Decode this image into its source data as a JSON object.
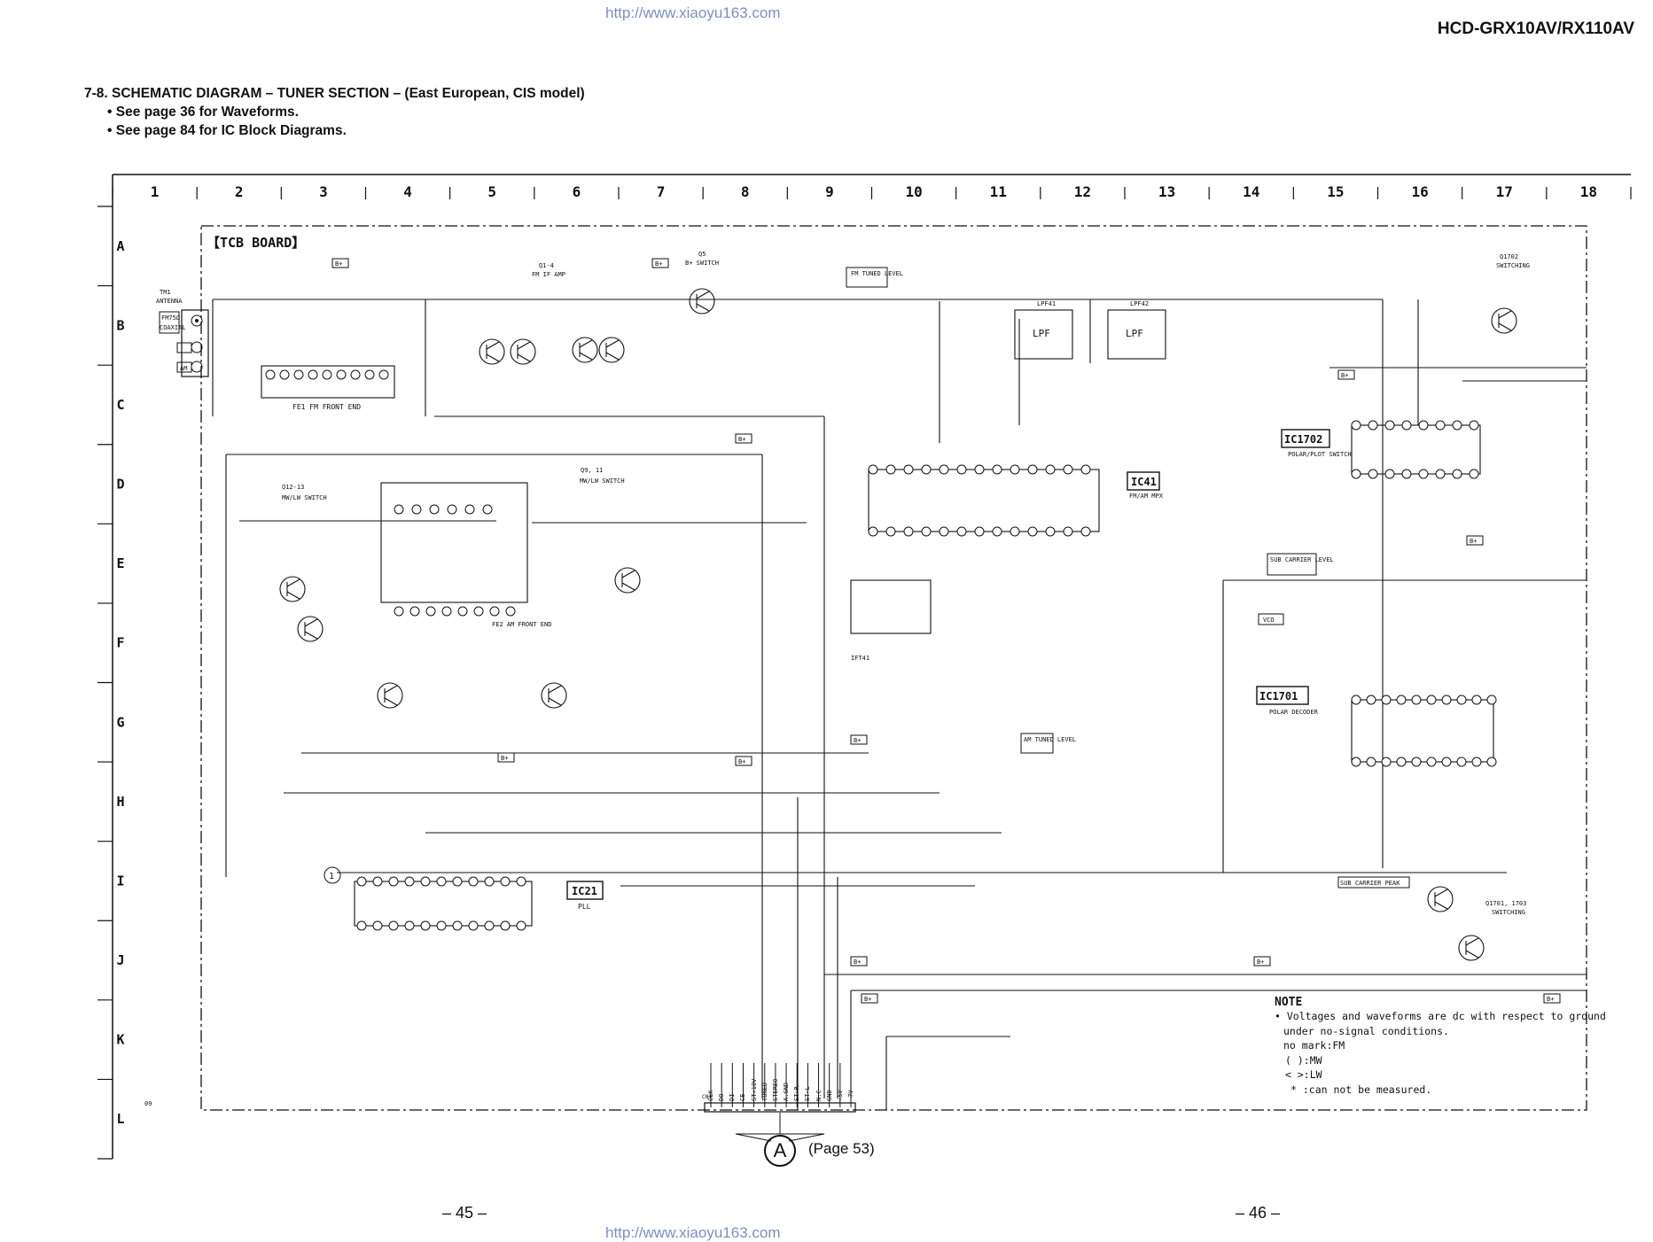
{
  "header": {
    "url_top": "http://www.xiaoyu163.com",
    "url_bottom": "http://www.xiaoyu163.com",
    "model": "HCD-GRX10AV/RX110AV",
    "page_left": "– 45 –",
    "page_right": "– 46 –"
  },
  "title": {
    "line1": "7-8. SCHEMATIC DIAGRAM – TUNER SECTION – (East European, CIS model)",
    "line2": "• See page 36 for Waveforms.",
    "line3": "• See page 84 for IC Block Diagrams."
  },
  "grid": {
    "columns": [
      "1",
      "2",
      "3",
      "4",
      "5",
      "6",
      "7",
      "8",
      "9",
      "10",
      "11",
      "12",
      "13",
      "14",
      "15",
      "16",
      "17",
      "18"
    ],
    "rows": [
      "A",
      "B",
      "C",
      "D",
      "E",
      "F",
      "G",
      "H",
      "I",
      "J",
      "K",
      "L"
    ]
  },
  "board": {
    "label": "【TCB BOARD】",
    "corner_code": "09"
  },
  "antenna": {
    "tm1": "TM1",
    "antenna": "ANTENNA",
    "fm": "FM75Ω",
    "coaxial": "COAXIAL",
    "am": "AM"
  },
  "blocks": {
    "fe1": "FE1 FM FRONT END",
    "fe2": "FE2 AM FRONT END",
    "q1_4": "Q1-4",
    "q1_4_desc": "FM IF AMP",
    "q5": "Q5",
    "q5_desc": "B+ SWITCH",
    "q9_11": "Q9, 11",
    "q9_11_desc": "MW/LW SWITCH",
    "q12_13": "Q12-13",
    "q12_13_desc": "MW/LW SWITCH",
    "fm_tuned": "FM TUNED LEVEL",
    "am_tuned": "AM TUNED LEVEL",
    "ift41": "IFT41",
    "lpf41": "LPF41",
    "lpf42": "LPF42",
    "lpf": "LPF",
    "q1702": "Q1702",
    "q1702_desc": "SWITCHING",
    "q1701_1703": "Q1701, 1703",
    "q1701_1703_desc": "SWITCHING",
    "sub_carrier_level": "SUB CARRIER LEVEL",
    "sub_carrier_peak": "SUB CARRIER PEAK",
    "vco": "VCO"
  },
  "ics": {
    "ic21": "IC21",
    "ic21_desc": "PLL",
    "ic41": "IC41",
    "ic41_desc": "FM/AM MPX",
    "ic1701": "IC1701",
    "ic1701_desc": "POLAR DECODER",
    "ic1702": "IC1702",
    "ic1702_desc": "POLAR/PLOT SWITCH"
  },
  "connector": {
    "name": "CN1",
    "pins": [
      "CLK",
      "DO",
      "DI",
      "CE",
      "ST+10V",
      "TUNED",
      "STEREO",
      "A.GND",
      "ST-R",
      "ST-L",
      "N.C",
      "GND",
      "+5V",
      "-7V"
    ],
    "ref": "A",
    "page_ref": "(Page 53)"
  },
  "note": {
    "heading": "NOTE",
    "line1": "• Voltages and waveforms are dc with respect to ground",
    "line2": "under no-signal conditions.",
    "line3": "no mark:FM",
    "line4": "(    ):MW",
    "line5": "<    >:LW",
    "line6": "*   :can not be measured."
  }
}
